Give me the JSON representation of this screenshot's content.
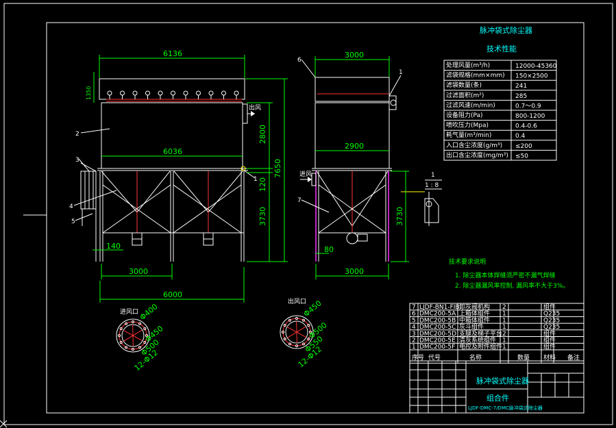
{
  "title": "脉冲袋式除尘器",
  "subtitle": "技术性能",
  "spec_table": {
    "rows": [
      {
        "label": "处理风量(m³/h)",
        "value": "12000-45360"
      },
      {
        "label": "滤袋规格(mm×mm)",
        "value": "150×2500"
      },
      {
        "label": "滤袋数量(条)",
        "value": "241"
      },
      {
        "label": "过滤面积(m²)",
        "value": "285"
      },
      {
        "label": "过滤风速(m/min)",
        "value": "0.7～0.9"
      },
      {
        "label": "设备阻力(Pa)",
        "value": "800-1200"
      },
      {
        "label": "喷吹压力(Mpa)",
        "value": "0.4-0.6"
      },
      {
        "label": "耗气量(m³/min)",
        "value": "0.4"
      },
      {
        "label": "入口含尘浓度(g/m³)",
        "value": "≤200"
      },
      {
        "label": "出口含尘浓度(mg/m³)",
        "value": "≤50"
      }
    ]
  },
  "dims": {
    "d6136": "6136",
    "d6036": "6036",
    "d3000a": "3000",
    "d6000": "6000",
    "d140": "140",
    "d2800": "2800",
    "d120": "120",
    "d3730a": "3730",
    "d7650": "7650",
    "d3000b": "3000",
    "d2900": "2900",
    "d80": "80",
    "d3000c": "3000",
    "d3730b": "3730",
    "d1350": "1350",
    "inlet_label": "进风",
    "outlet_label": "出风"
  },
  "callouts": [
    "1",
    "2",
    "3",
    "4",
    "5",
    "6",
    "7",
    "1"
  ],
  "detail": {
    "num": "1",
    "scale": "1 : 8"
  },
  "notes": {
    "title": "技术要求说明",
    "items": [
      "1. 除尘器本体焊缝须严密不漏气焊缝",
      "2. 除尘器漏风率控制, 漏风率不大于3%。"
    ]
  },
  "flanges": [
    {
      "label": "进风口",
      "d1": "Φ400",
      "d2": "Φ450",
      "d3": "Φ500",
      "holes": "12-Φ12"
    },
    {
      "label": "出风口",
      "d1": "Φ450",
      "d2": "Φ500",
      "d3": "Φ550",
      "holes": "12-Φ12"
    }
  ],
  "bom": {
    "rows": [
      {
        "no": "7",
        "code": "LJDF-BN1-FIB",
        "name": "卸灰阀机构",
        "qty": "2",
        "mat": "组件",
        "note": ""
      },
      {
        "no": "6",
        "code": "DMC200-5A",
        "name": "上箱体组件",
        "qty": "1",
        "mat": "Q235",
        "note": ""
      },
      {
        "no": "5",
        "code": "DMC200-5B",
        "name": "中箱体组件",
        "qty": "1",
        "mat": "Q235",
        "note": ""
      },
      {
        "no": "4",
        "code": "DMC200-5C",
        "name": "灰斗组件",
        "qty": "1",
        "mat": "Q235",
        "note": ""
      },
      {
        "no": "3",
        "code": "DMC200-5D",
        "name": "支腿及梯子平台",
        "qty": "2",
        "mat": "组件",
        "note": ""
      },
      {
        "no": "2",
        "code": "DMC200-5E",
        "name": "清灰系统组件",
        "qty": "1",
        "mat": "组件",
        "note": ""
      },
      {
        "no": "1",
        "code": "DMC200-5F",
        "name": "电控及附件组件",
        "qty": "1",
        "mat": "组件",
        "note": ""
      }
    ],
    "headers": {
      "no": "序号",
      "code": "代号",
      "name": "名称",
      "qty": "数量",
      "mat": "材料",
      "note": "备注"
    }
  },
  "titleblock": {
    "name": "脉冲袋式除尘器",
    "type": "组合件",
    "code": "LJDF-DMC-7/DMC脉冲袋式除尘器"
  }
}
